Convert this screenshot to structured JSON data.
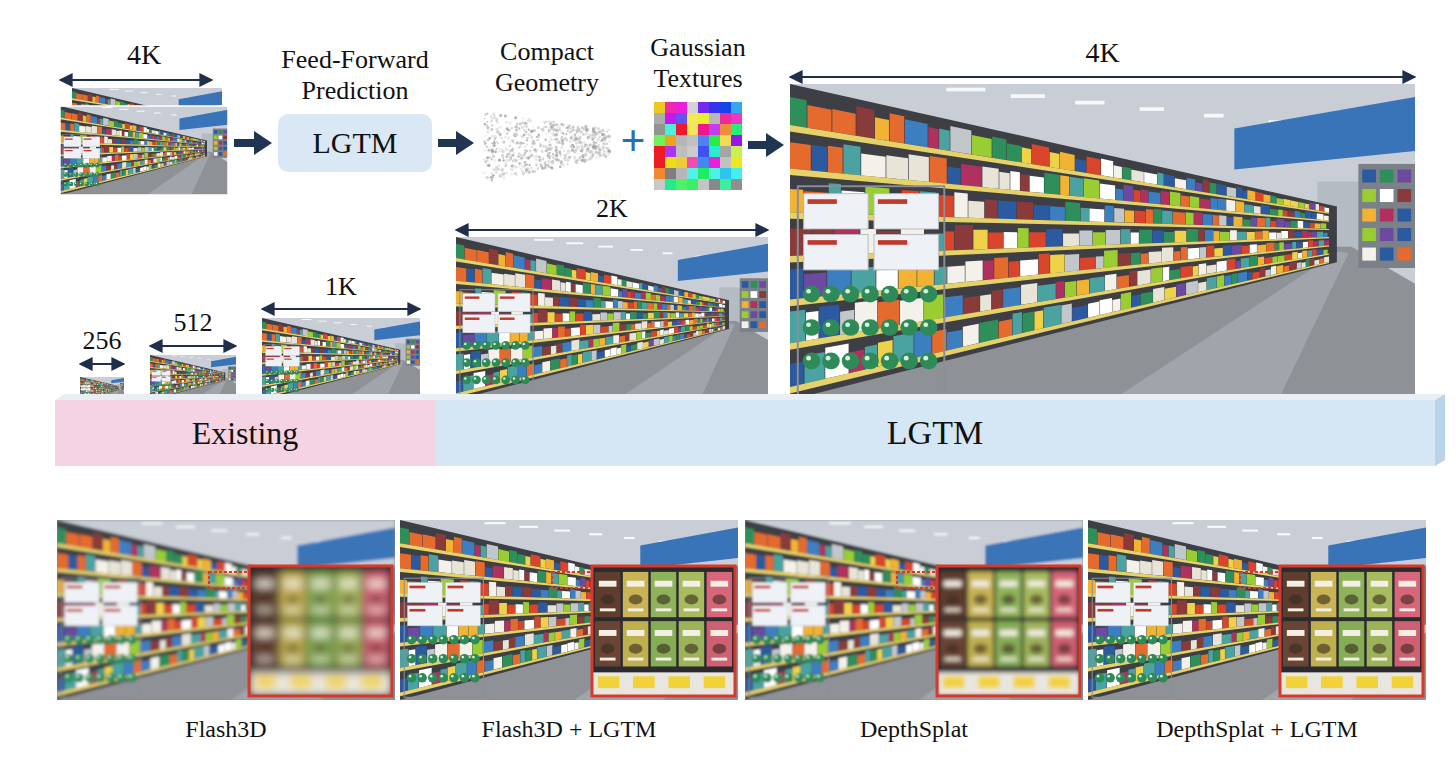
{
  "diagram": {
    "nodes": [
      {
        "text": [
          "4K"
        ]
      },
      {
        "text": [
          "Feed-Forward Prediction",
          "LGTM"
        ]
      },
      {
        "text": [
          "Compact Geometry"
        ]
      },
      {
        "text": [
          "Gaussian Textures"
        ]
      },
      {
        "text": [
          "4K"
        ]
      },
      {
        "text": [
          "Existing"
        ]
      },
      {
        "text": [
          "LGTM"
        ]
      }
    ],
    "edges": [
      {
        "from": 0,
        "to": 1,
        "arrow": "to"
      },
      {
        "from": 1,
        "to": 2,
        "arrow": "to"
      },
      {
        "from": 3,
        "to": 4,
        "arrow": "to"
      }
    ],
    "labels": [
      "+",
      "256",
      "512",
      "1K",
      "2K",
      "Flash3D",
      "Flash3D + LGTM",
      "DepthSplat",
      "DepthSplat + LGTM"
    ]
  }
}
